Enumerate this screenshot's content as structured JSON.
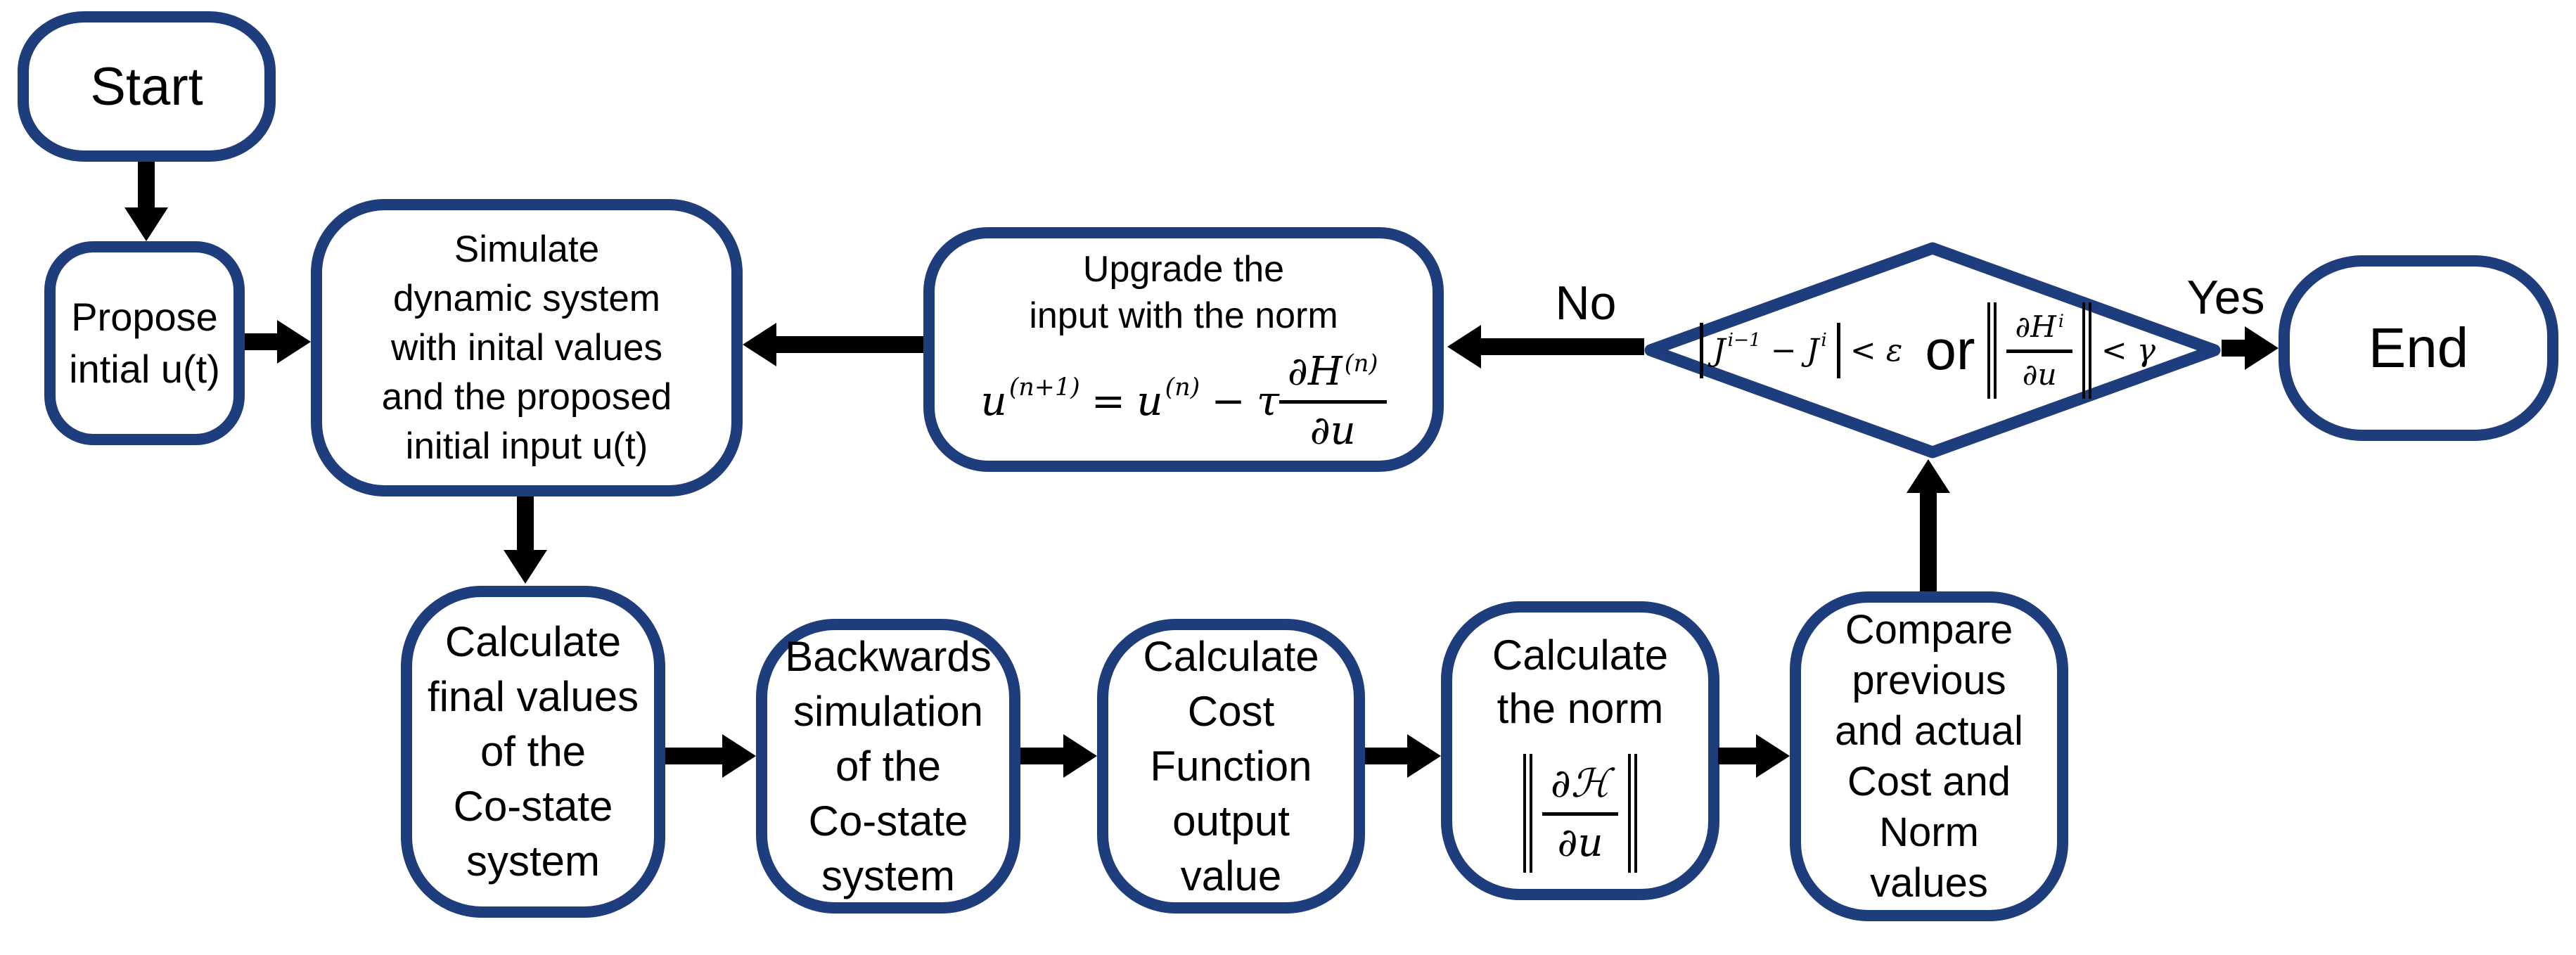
{
  "diagram": {
    "type": "flowchart",
    "colors": {
      "node_border": "#1e3d7c",
      "node_fill": "#ffffff",
      "arrow": "#000000",
      "text": "#000000",
      "background": "#ffffff"
    },
    "nodes": {
      "start": {
        "shape": "terminator",
        "label": "Start"
      },
      "propose": {
        "shape": "rounded-box",
        "lines": [
          "Propose",
          "intial u(t)"
        ]
      },
      "simulate": {
        "shape": "rounded-box",
        "lines": [
          "Simulate",
          "dynamic system",
          "with inital values",
          "and the proposed",
          "initial input u(t)"
        ]
      },
      "upgrade": {
        "shape": "rounded-box",
        "lines": [
          "Upgrade the",
          "input with the norm"
        ],
        "formula": {
          "lhs_base": "u",
          "lhs_sup": "(n+1)",
          "equals": "=",
          "rhs_base": "u",
          "rhs_sup": "(n)",
          "minus": "−",
          "tau": "τ",
          "frac_num_base": "∂H",
          "frac_num_sup": "(n)",
          "frac_den": "∂u"
        }
      },
      "decision": {
        "shape": "diamond",
        "formula": {
          "j_prev_base": "J",
          "j_prev_sup": "i−1",
          "minus": "−",
          "j_cur_base": "J",
          "j_cur_sup": "i",
          "less_than_epsilon": "< ε",
          "or_word": "or",
          "norm_num_base": "∂H",
          "norm_num_sup": "i",
          "norm_den": "∂u",
          "less_than_gamma": "< γ"
        }
      },
      "end": {
        "shape": "terminator",
        "label": "End"
      },
      "calc_final": {
        "shape": "rounded-box",
        "lines": [
          "Calculate",
          "final values",
          "of the",
          "Co-state",
          "system"
        ]
      },
      "backwards": {
        "shape": "rounded-box",
        "lines": [
          "Backwards",
          "simulation",
          "of the",
          "Co-state",
          "system"
        ]
      },
      "cost": {
        "shape": "rounded-box",
        "lines": [
          "Calculate",
          "Cost",
          "Function",
          "output",
          "value"
        ]
      },
      "norm": {
        "shape": "rounded-box",
        "lines": [
          "Calculate",
          "the norm"
        ],
        "formula": {
          "num": "∂ℋ",
          "den": "∂u"
        }
      },
      "compare": {
        "shape": "rounded-box",
        "lines": [
          "Compare",
          "previous",
          "and actual",
          "Cost and",
          "Norm",
          "values"
        ]
      }
    },
    "edge_labels": {
      "no": "No",
      "yes": "Yes"
    }
  }
}
